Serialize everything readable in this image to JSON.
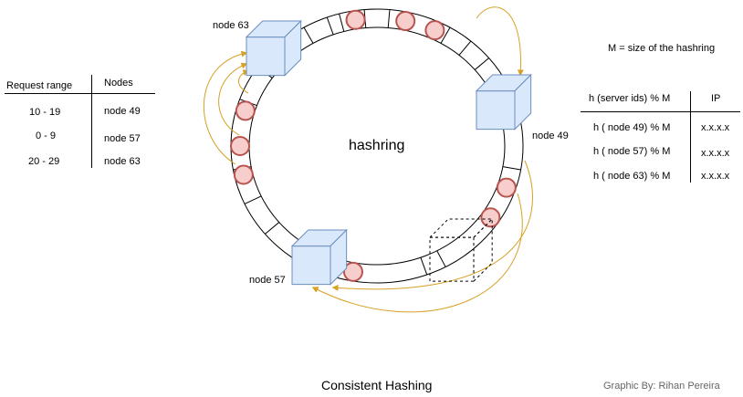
{
  "ring": {
    "label": "hashring",
    "fill_color": "#ffffff",
    "stroke_color": "#000000"
  },
  "nodes": [
    {
      "name": "node 63"
    },
    {
      "name": "node 49"
    },
    {
      "name": "node 57"
    }
  ],
  "cube_colors": {
    "fill": "#dae8fc",
    "stroke": "#6c8ebf"
  },
  "key_colors": {
    "fill": "#f8cecc",
    "stroke": "#b85450"
  },
  "arrow_color": "#d6a124",
  "request_table": {
    "headers": [
      "Request range",
      "Nodes"
    ],
    "rows": [
      {
        "range": "10 - 19",
        "node": "node 49"
      },
      {
        "range": "0 - 9",
        "node": "node 57"
      },
      {
        "range": "20 - 29",
        "node": "node 63"
      }
    ]
  },
  "hash_note": "M = size of the hashring",
  "ip_table": {
    "headers": [
      "h (server ids) % M",
      "IP"
    ],
    "rows": [
      {
        "hash": "h ( node 49) % M",
        "ip": "x.x.x.x"
      },
      {
        "hash": "h ( node 57) % M",
        "ip": "x.x.x.x"
      },
      {
        "hash": "h ( node 63) % M",
        "ip": "x.x.x.x"
      }
    ]
  },
  "caption": "Consistent Hashing",
  "credit": "Graphic By: Rihan Pereira"
}
